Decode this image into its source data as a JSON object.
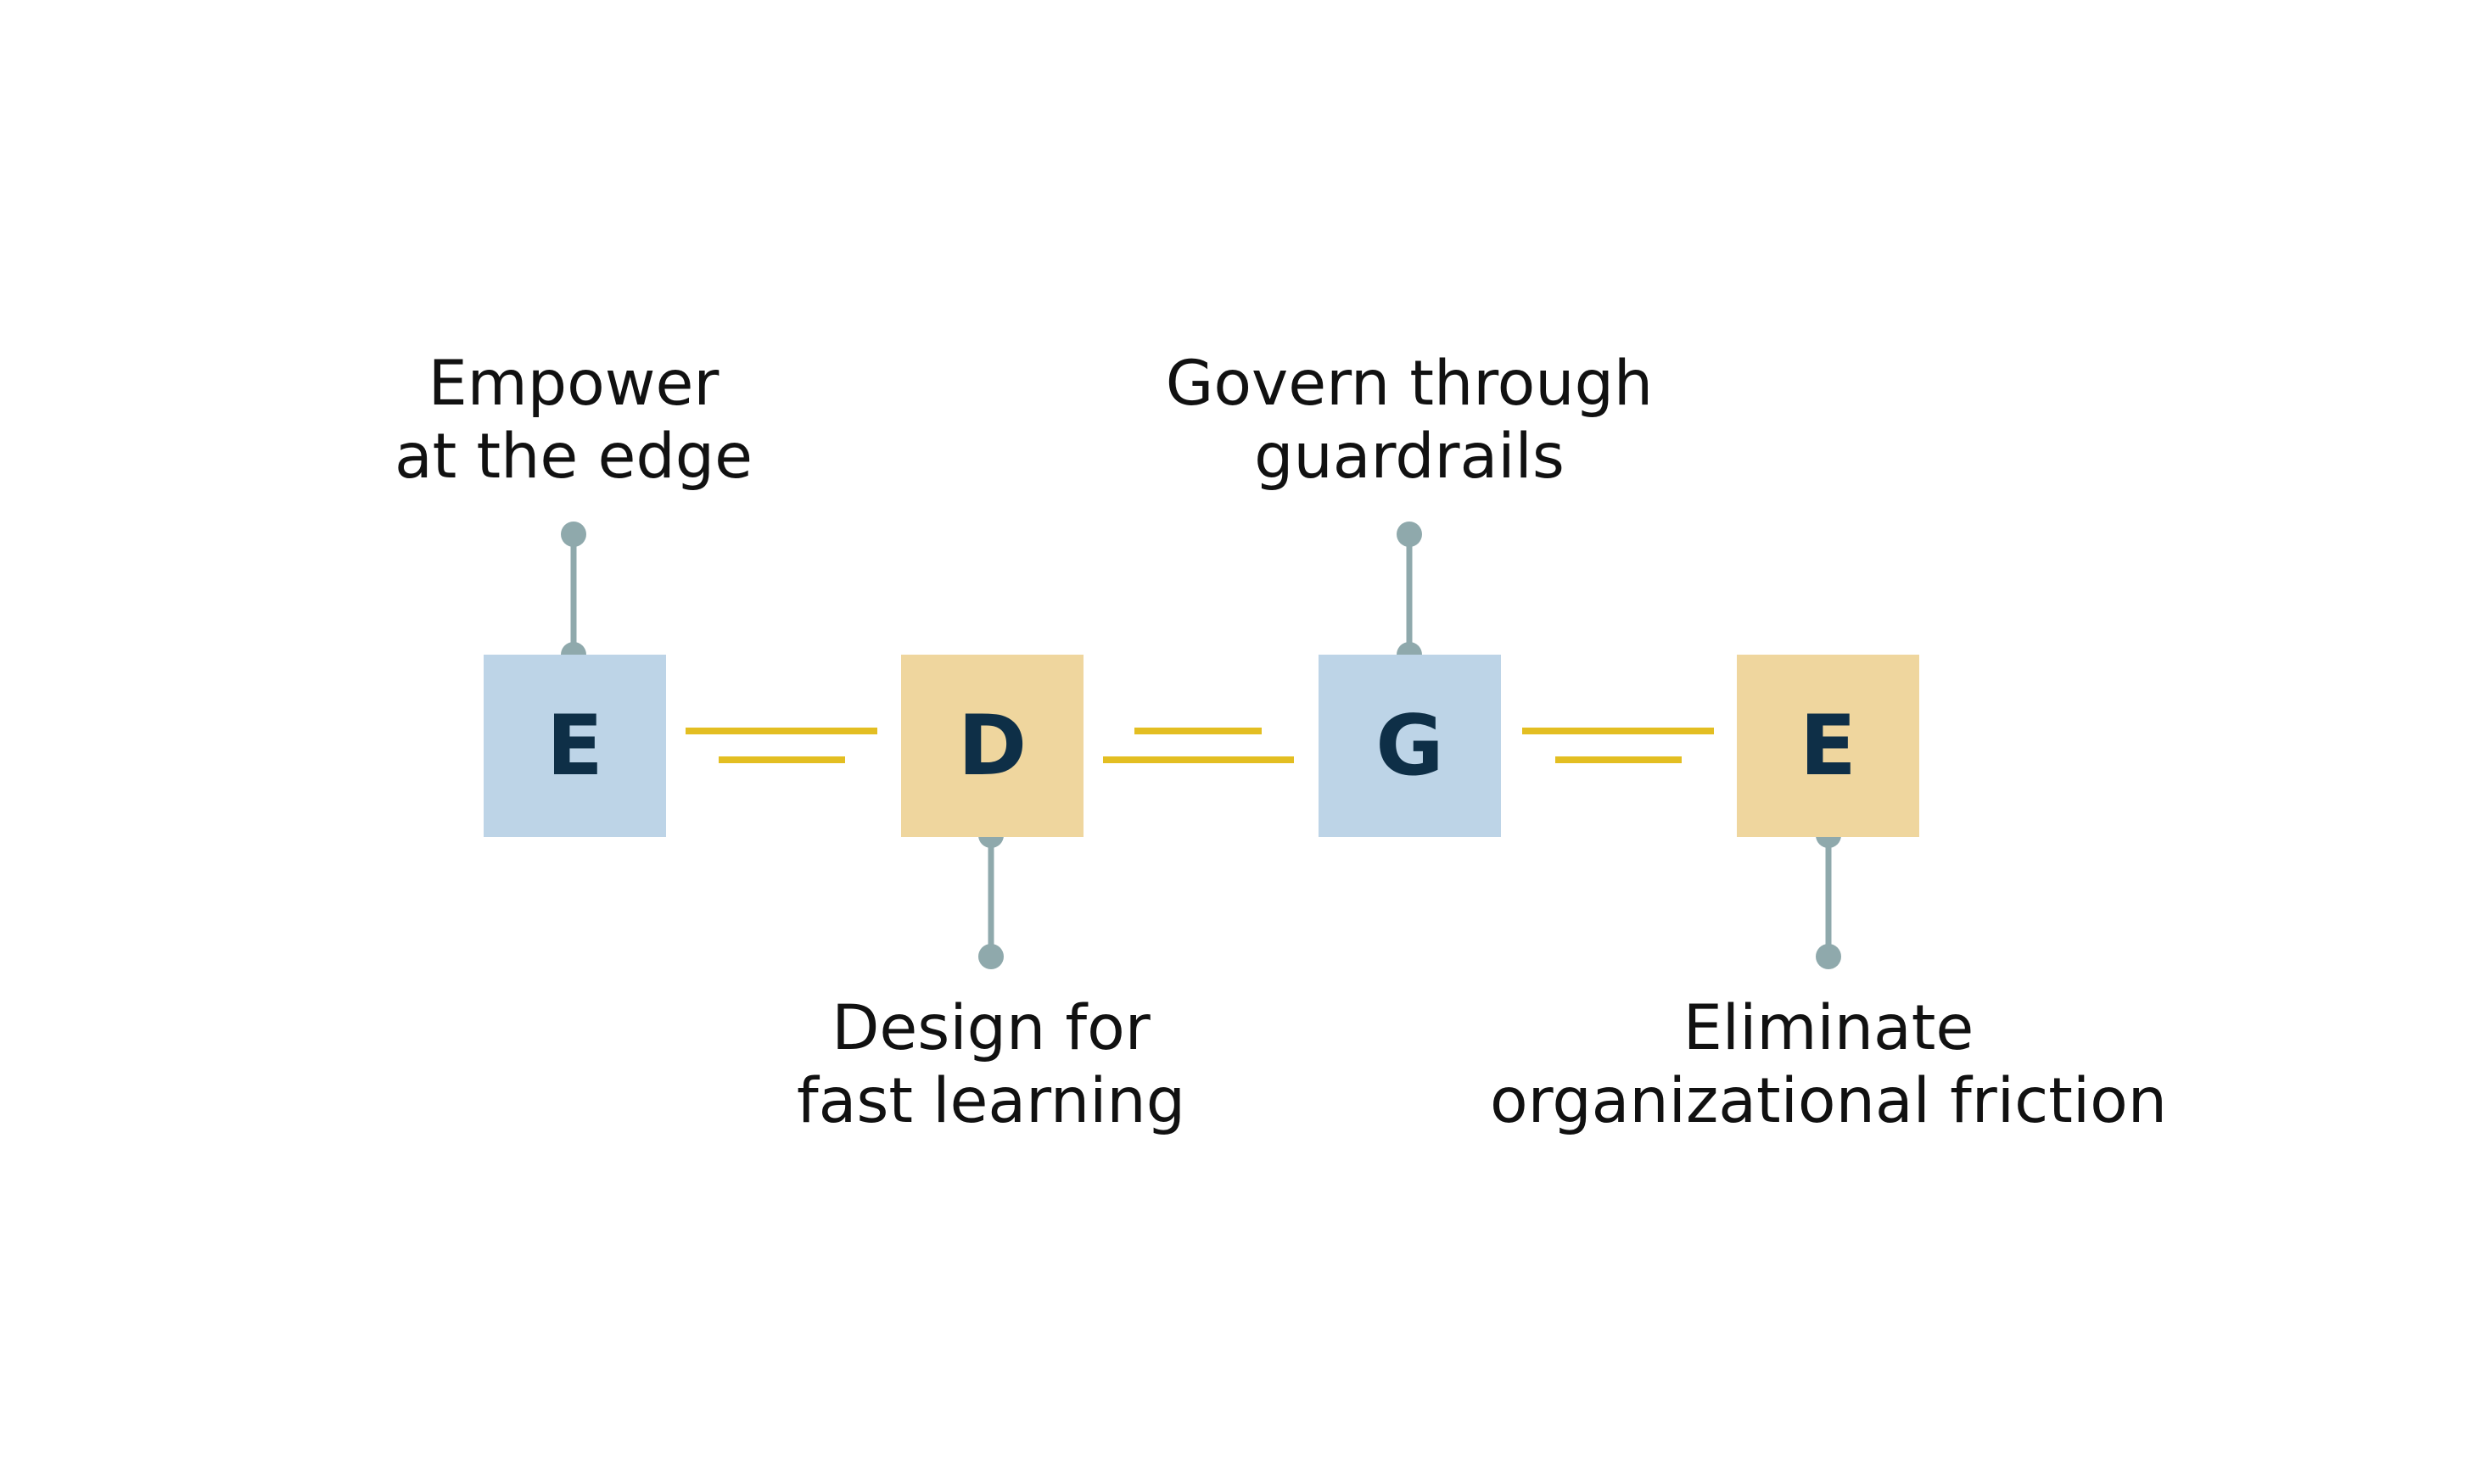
{
  "colors": {
    "blue_box": "#bdd4e7",
    "tan_box": "#efd69e",
    "connector": "#e3be22",
    "stem": "#8fa9ac",
    "letter": "#0e2f47",
    "text": "#111111"
  },
  "boxes": [
    {
      "letter": "E",
      "color": "blue"
    },
    {
      "letter": "D",
      "color": "tan"
    },
    {
      "letter": "G",
      "color": "blue"
    },
    {
      "letter": "E",
      "color": "tan"
    }
  ],
  "labels": [
    {
      "line1": "Empower",
      "line2": "at the edge"
    },
    {
      "line1": "Design for",
      "line2": "fast learning"
    },
    {
      "line1": "Govern through",
      "line2": "guardrails"
    },
    {
      "line1": "Eliminate",
      "line2": "organizational friction"
    }
  ]
}
